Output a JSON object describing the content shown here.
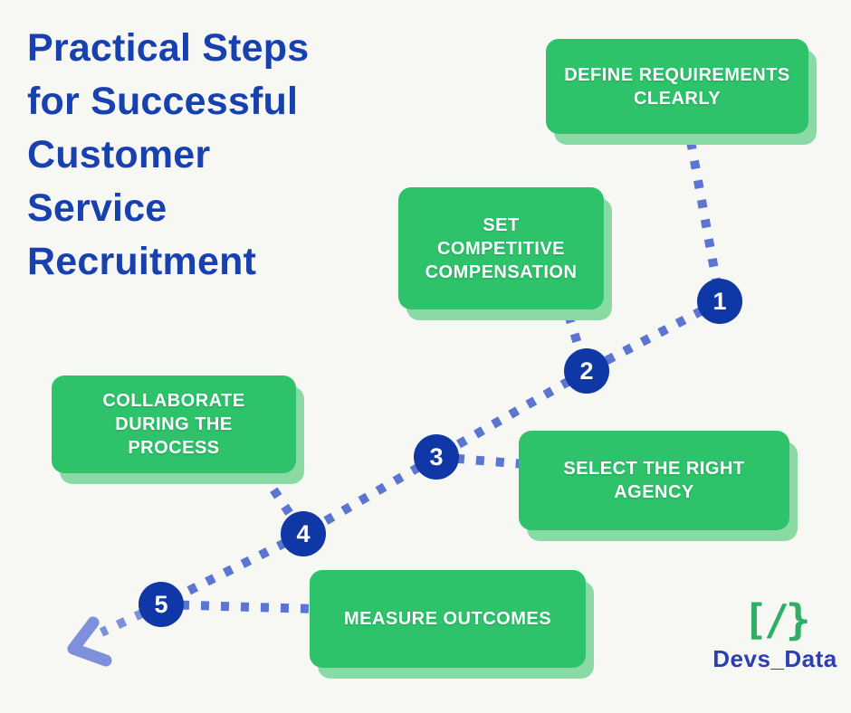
{
  "page": {
    "title": "Practical Steps\nfor Successful\nCustomer\nService\nRecruitment"
  },
  "steps": [
    {
      "number": "1",
      "label": "DEFINE REQUIREMENTS\nCLEARLY"
    },
    {
      "number": "2",
      "label": "SET\nCOMPETITIVE\nCOMPENSATION"
    },
    {
      "number": "3",
      "label": "SELECT THE RIGHT\nAGENCY"
    },
    {
      "number": "4",
      "label": "COLLABORATE\nDURING THE\nPROCESS"
    },
    {
      "number": "5",
      "label": "MEASURE OUTCOMES"
    }
  ],
  "logo": {
    "icon_glyph": "[/}",
    "brand_name": "Devs_Data"
  },
  "colors": {
    "background": "#f7f7f4",
    "title_blue": "#1841b0",
    "box_green": "#2ec36b",
    "box_shadow_green": "#8bdaa6",
    "circle_blue": "#0f37a6",
    "path_blue": "#5d75d2",
    "arrow_blue": "#7e90dc",
    "logo_green": "#2fae67",
    "logo_text_blue": "#2c3fb0"
  }
}
